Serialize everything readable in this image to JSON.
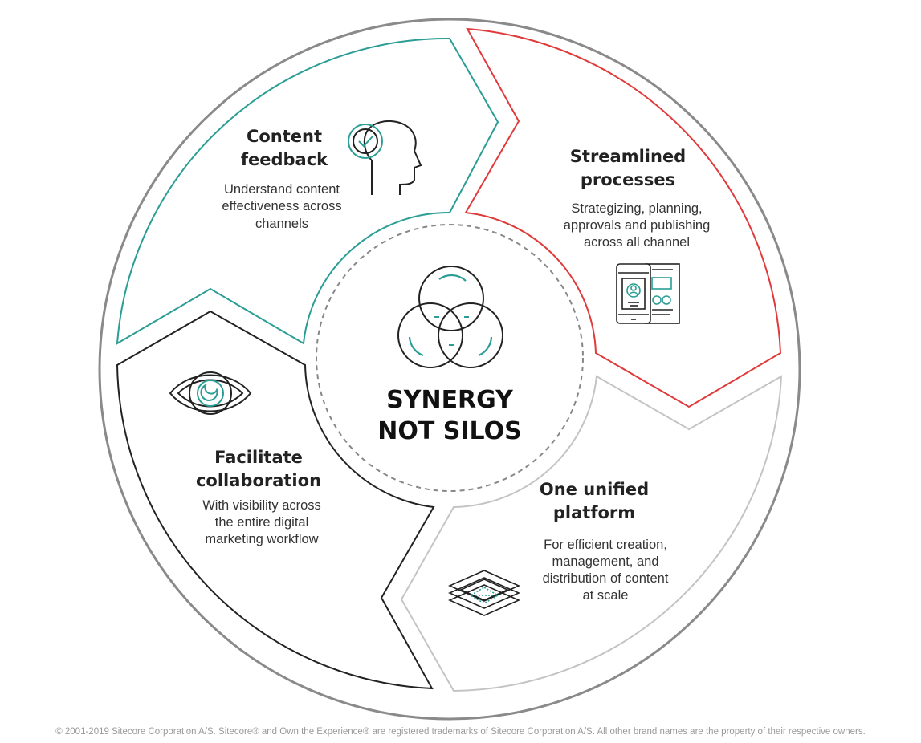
{
  "center": {
    "line1": "SYNERGY",
    "line2": "NOT SILOS"
  },
  "segments": [
    {
      "id": "content-feedback",
      "title": [
        "Content",
        "feedback"
      ],
      "description": [
        "Understand content",
        "effectiveness across",
        "channels"
      ],
      "color": "#2a9d94",
      "icon": "head-check-icon"
    },
    {
      "id": "streamlined-processes",
      "title": [
        "Streamlined",
        "processes"
      ],
      "description": [
        "Strategizing, planning,",
        "approvals and publishing",
        "across all channel"
      ],
      "color": "#e03a3a",
      "icon": "devices-icon"
    },
    {
      "id": "unified-platform",
      "title": [
        "One unified",
        "platform"
      ],
      "description": [
        "For efficient creation,",
        "management, and",
        "distribution of content",
        "at scale"
      ],
      "color": "#c4c4c4",
      "icon": "layers-icon"
    },
    {
      "id": "facilitate-collaboration",
      "title": [
        "Facilitate",
        "collaboration"
      ],
      "description": [
        "With visibility across",
        "the entire digital",
        "marketing workflow"
      ],
      "color": "#222222",
      "icon": "eye-icon"
    }
  ],
  "accent": "#2a9d94",
  "footer": "© 2001-2019 Sitecore Corporation A/S. Sitecore® and Own the Experience® are registered trademarks of Sitecore Corporation A/S. All other brand names are the property of their respective owners."
}
